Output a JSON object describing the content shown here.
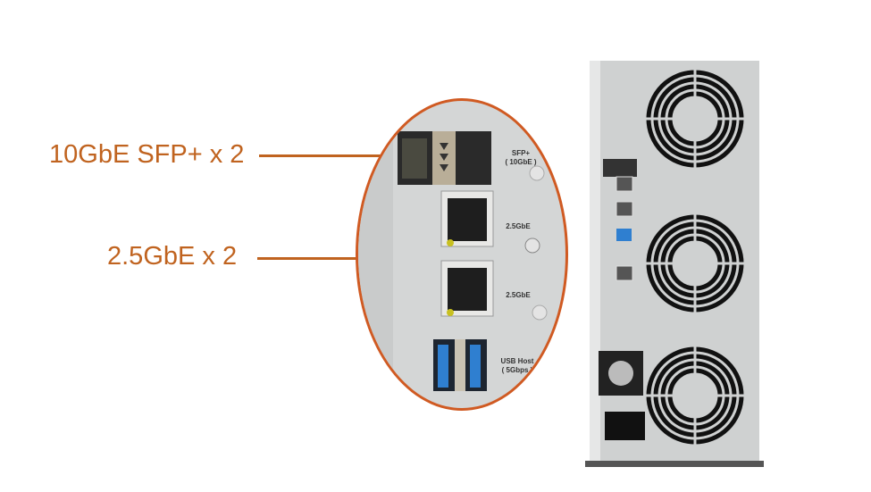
{
  "callouts": [
    {
      "label": "10GbE SFP+ x 2"
    },
    {
      "label": "2.5GbE x 2"
    }
  ],
  "port_labels": {
    "sfp": [
      "SFP+",
      "( 10GbE )"
    ],
    "lan1": "2.5GbE",
    "lan2": "2.5GbE",
    "usb": [
      "USB Host",
      "( 5Gbps )"
    ]
  },
  "colors": {
    "accent": "#c0631f",
    "ellipse_border": "#d05a22",
    "chassis": "#cfd1d1",
    "usb_blue": "#2f7fd0"
  }
}
